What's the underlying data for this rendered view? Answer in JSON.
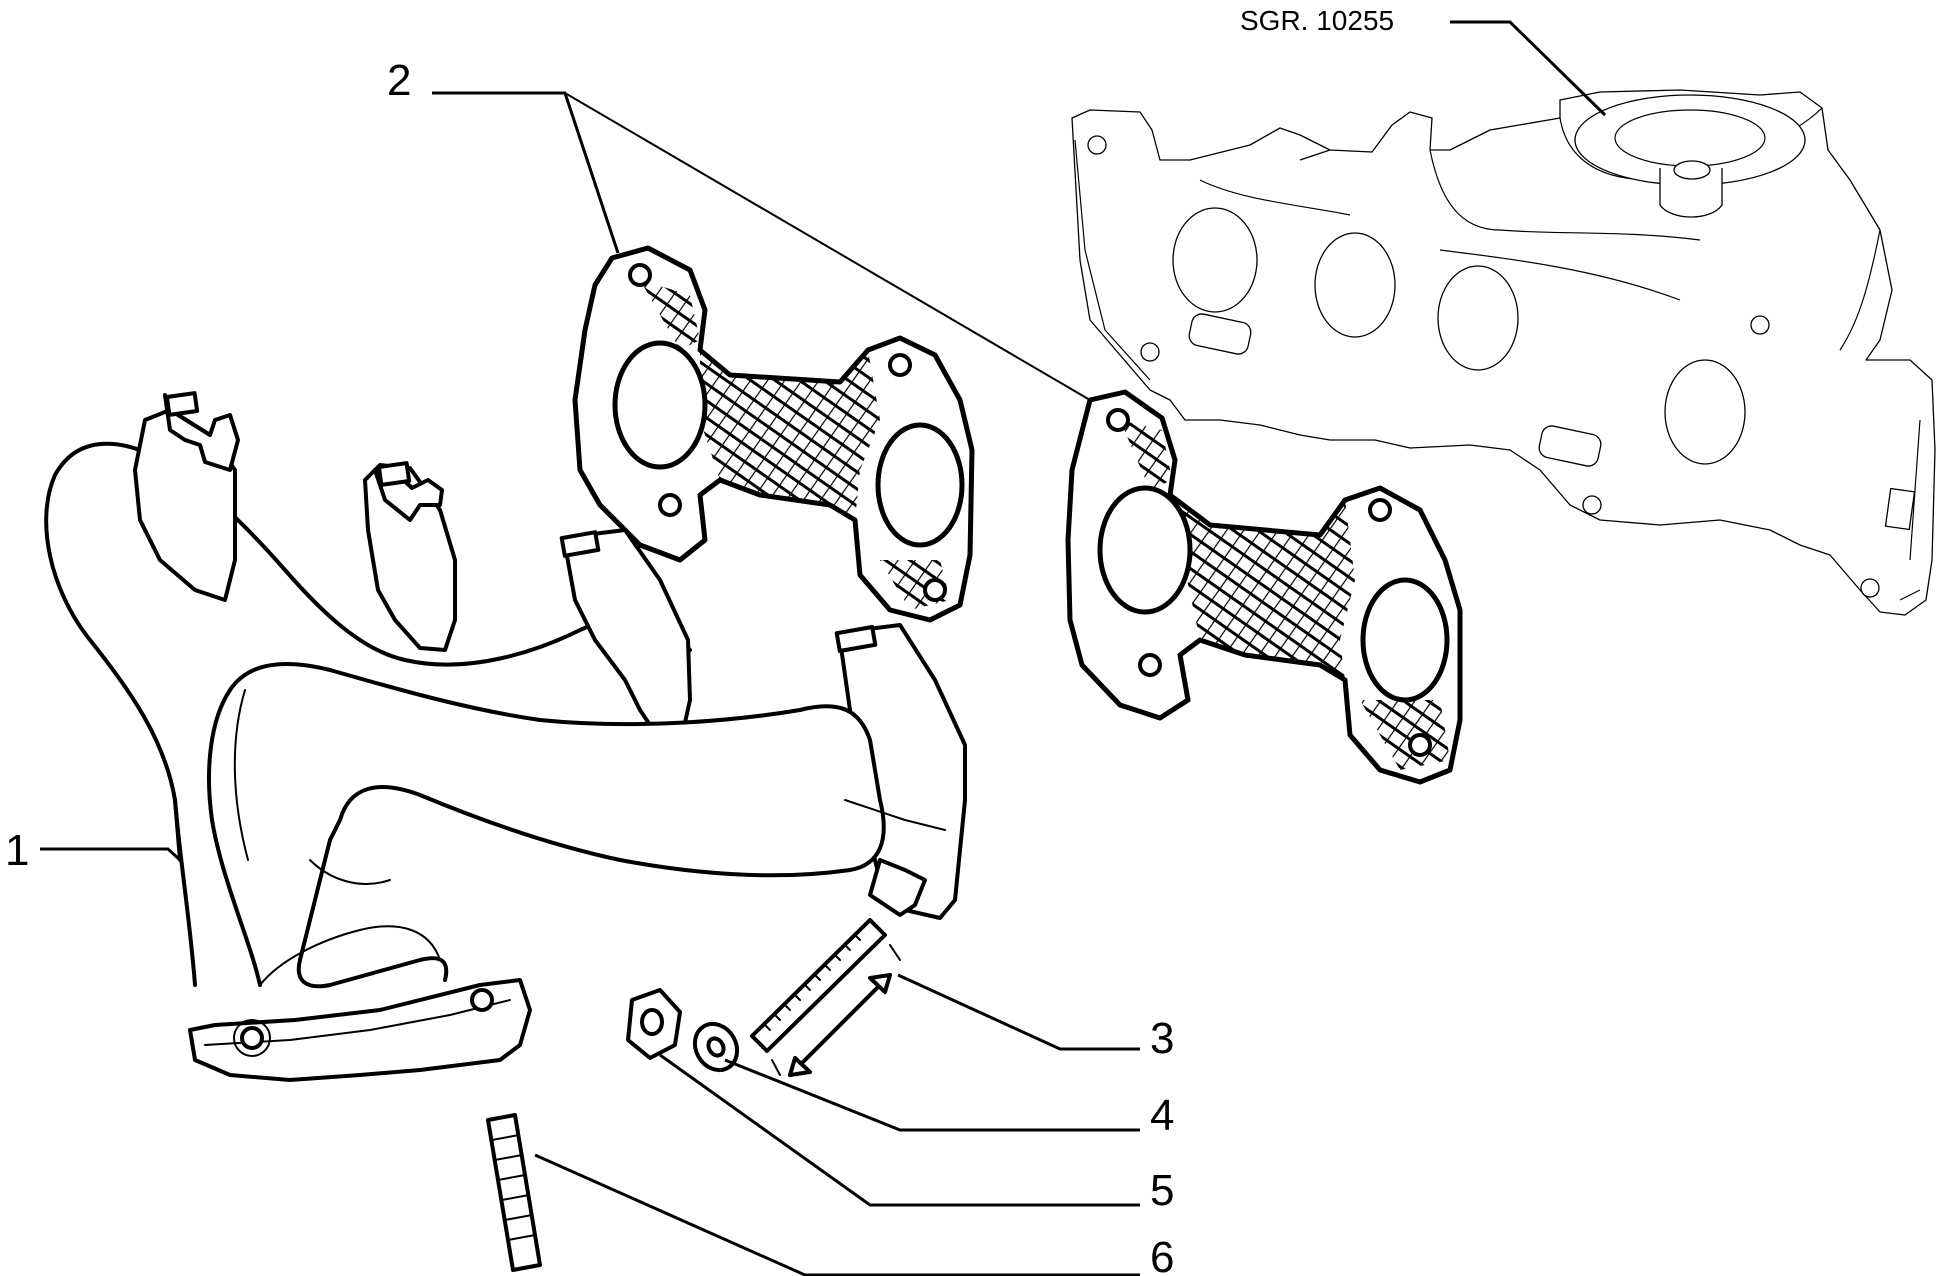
{
  "diagram": {
    "reference_code": "SGR. 10255",
    "callouts": [
      {
        "id": "1",
        "label": "1"
      },
      {
        "id": "2",
        "label": "2"
      },
      {
        "id": "3",
        "label": "3"
      },
      {
        "id": "4",
        "label": "4"
      },
      {
        "id": "5",
        "label": "5"
      },
      {
        "id": "6",
        "label": "6"
      }
    ]
  }
}
